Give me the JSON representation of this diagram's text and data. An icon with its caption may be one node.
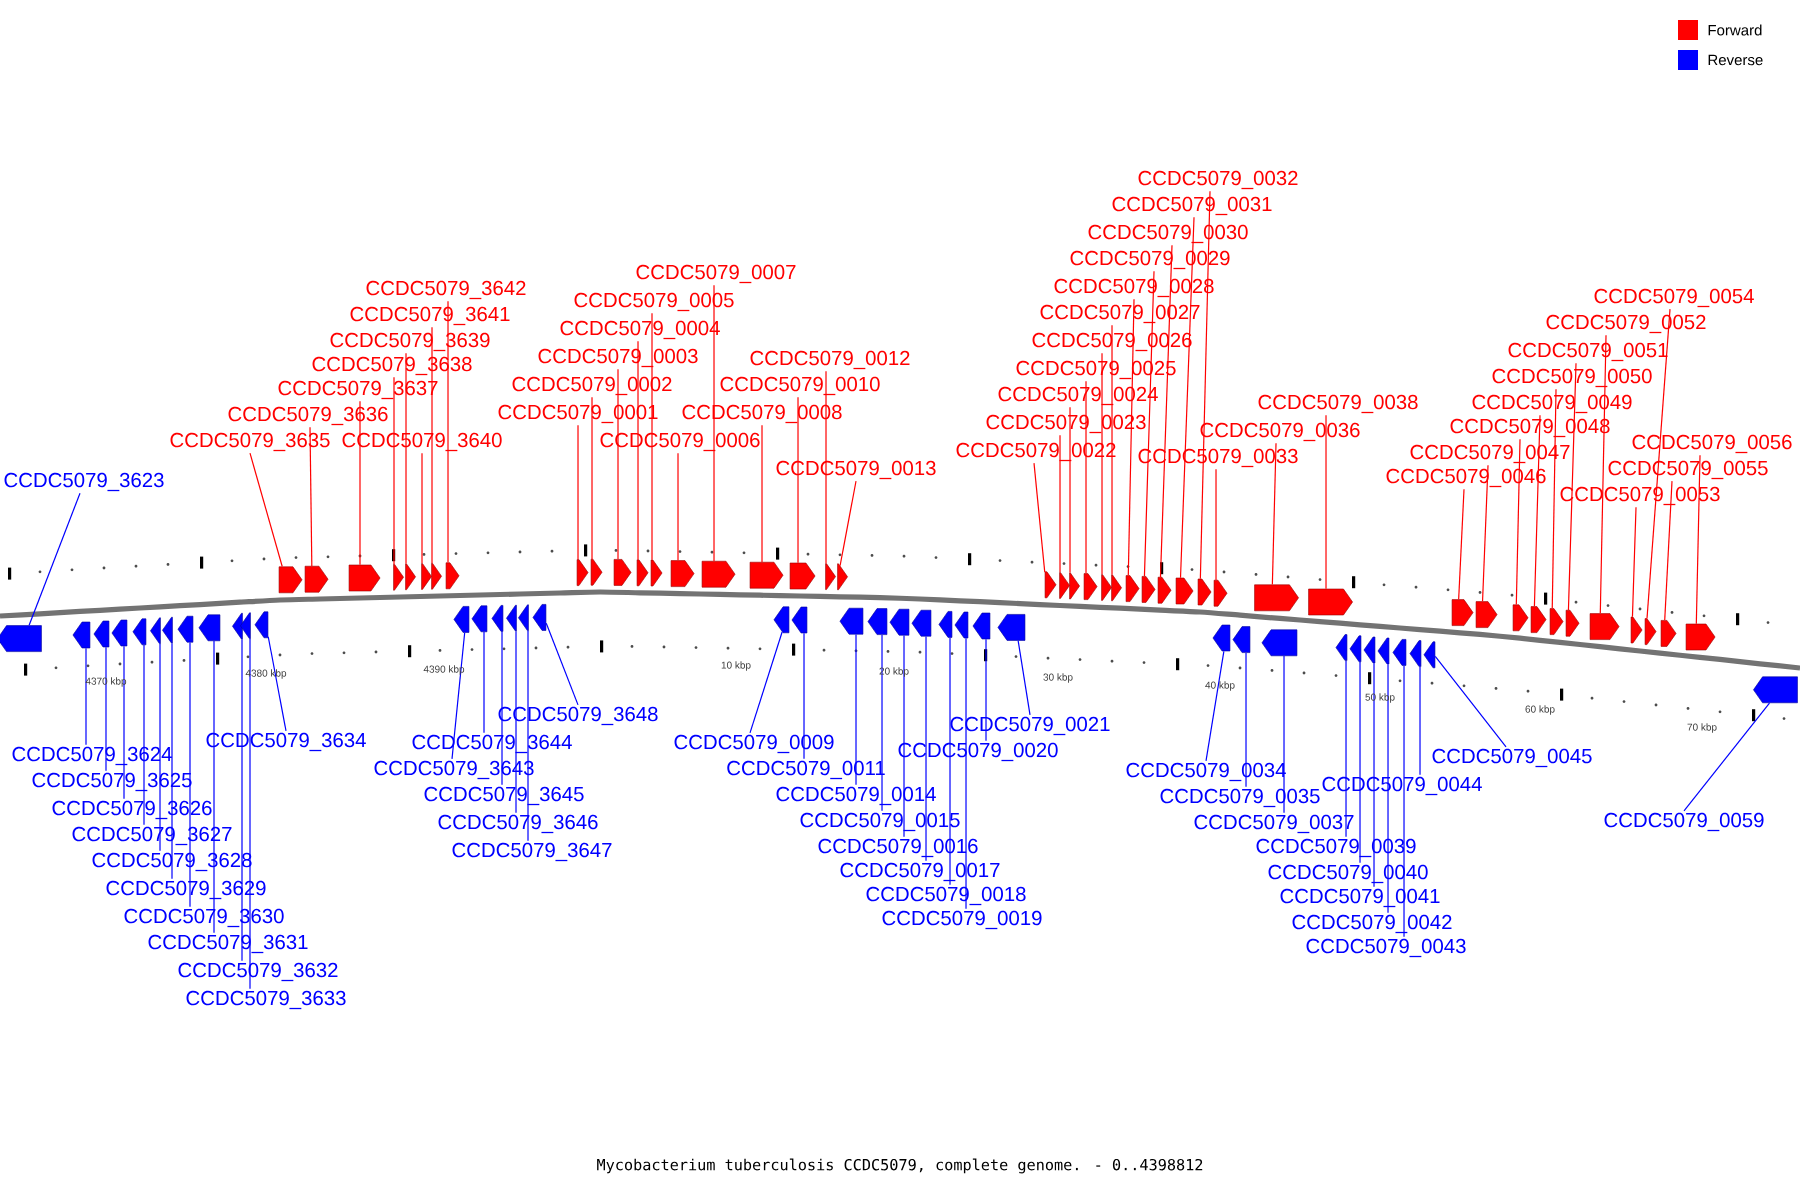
{
  "diagram": {
    "caption": "Mycobacterium tuberculosis CCDC5079, complete genome. - 0..4398812",
    "nodes": [
      {
        "text": [
          "CCDC5079_3623"
        ]
      },
      {
        "text": [
          "CCDC5079_3635"
        ]
      },
      {
        "text": [
          "CCDC5079_3636"
        ]
      },
      {
        "text": [
          "CCDC5079_3637"
        ]
      },
      {
        "text": [
          "CCDC5079_3638"
        ]
      },
      {
        "text": [
          "CCDC5079_3639"
        ]
      },
      {
        "text": [
          "CCDC5079_3640"
        ]
      },
      {
        "text": [
          "CCDC5079_3641"
        ]
      },
      {
        "text": [
          "CCDC5079_3642"
        ]
      },
      {
        "text": [
          "CCDC5079_0001"
        ]
      },
      {
        "text": [
          "CCDC5079_0002"
        ]
      },
      {
        "text": [
          "CCDC5079_0003"
        ]
      },
      {
        "text": [
          "CCDC5079_0004"
        ]
      },
      {
        "text": [
          "CCDC5079_0005"
        ]
      },
      {
        "text": [
          "CCDC5079_0006"
        ]
      },
      {
        "text": [
          "CCDC5079_0007"
        ]
      },
      {
        "text": [
          "CCDC5079_0008"
        ]
      },
      {
        "text": [
          "CCDC5079_0010"
        ]
      },
      {
        "text": [
          "CCDC5079_0012"
        ]
      },
      {
        "text": [
          "CCDC5079_0013"
        ]
      },
      {
        "text": [
          "CCDC5079_0022"
        ]
      },
      {
        "text": [
          "CCDC5079_0023"
        ]
      },
      {
        "text": [
          "CCDC5079_0024"
        ]
      },
      {
        "text": [
          "CCDC5079_0025"
        ]
      },
      {
        "text": [
          "CCDC5079_0026"
        ]
      },
      {
        "text": [
          "CCDC5079_0027"
        ]
      },
      {
        "text": [
          "CCDC5079_0028"
        ]
      },
      {
        "text": [
          "CCDC5079_0029"
        ]
      },
      {
        "text": [
          "CCDC5079_0030"
        ]
      },
      {
        "text": [
          "CCDC5079_0031"
        ]
      },
      {
        "text": [
          "CCDC5079_0032"
        ]
      },
      {
        "text": [
          "CCDC5079_0033"
        ]
      },
      {
        "text": [
          "CCDC5079_0036"
        ]
      },
      {
        "text": [
          "CCDC5079_0038"
        ]
      },
      {
        "text": [
          "CCDC5079_0046"
        ]
      },
      {
        "text": [
          "CCDC5079_0047"
        ]
      },
      {
        "text": [
          "CCDC5079_0048"
        ]
      },
      {
        "text": [
          "CCDC5079_0049"
        ]
      },
      {
        "text": [
          "CCDC5079_0050"
        ]
      },
      {
        "text": [
          "CCDC5079_0051"
        ]
      },
      {
        "text": [
          "CCDC5079_0052"
        ]
      },
      {
        "text": [
          "CCDC5079_0053"
        ]
      },
      {
        "text": [
          "CCDC5079_0054"
        ]
      },
      {
        "text": [
          "CCDC5079_0055"
        ]
      },
      {
        "text": [
          "CCDC5079_0056"
        ]
      },
      {
        "text": [
          "CCDC5079_3624"
        ]
      },
      {
        "text": [
          "CCDC5079_3625"
        ]
      },
      {
        "text": [
          "CCDC5079_3626"
        ]
      },
      {
        "text": [
          "CCDC5079_3627"
        ]
      },
      {
        "text": [
          "CCDC5079_3628"
        ]
      },
      {
        "text": [
          "CCDC5079_3629"
        ]
      },
      {
        "text": [
          "CCDC5079_3630"
        ]
      },
      {
        "text": [
          "CCDC5079_3631"
        ]
      },
      {
        "text": [
          "CCDC5079_3632"
        ]
      },
      {
        "text": [
          "CCDC5079_3633"
        ]
      },
      {
        "text": [
          "CCDC5079_3634"
        ]
      },
      {
        "text": [
          "CCDC5079_3643"
        ]
      },
      {
        "text": [
          "CCDC5079_3644"
        ]
      },
      {
        "text": [
          "CCDC5079_3645"
        ]
      },
      {
        "text": [
          "CCDC5079_3646"
        ]
      },
      {
        "text": [
          "CCDC5079_3647"
        ]
      },
      {
        "text": [
          "CCDC5079_3648"
        ]
      },
      {
        "text": [
          "CCDC5079_0009"
        ]
      },
      {
        "text": [
          "CCDC5079_0011"
        ]
      },
      {
        "text": [
          "CCDC5079_0014"
        ]
      },
      {
        "text": [
          "CCDC5079_0015"
        ]
      },
      {
        "text": [
          "CCDC5079_0016"
        ]
      },
      {
        "text": [
          "CCDC5079_0017"
        ]
      },
      {
        "text": [
          "CCDC5079_0018"
        ]
      },
      {
        "text": [
          "CCDC5079_0019"
        ]
      },
      {
        "text": [
          "CCDC5079_0020"
        ]
      },
      {
        "text": [
          "CCDC5079_0021"
        ]
      },
      {
        "text": [
          "CCDC5079_0034"
        ]
      },
      {
        "text": [
          "CCDC5079_0035"
        ]
      },
      {
        "text": [
          "CCDC5079_0037"
        ]
      },
      {
        "text": [
          "CCDC5079_0039"
        ]
      },
      {
        "text": [
          "CCDC5079_0040"
        ]
      },
      {
        "text": [
          "CCDC5079_0041"
        ]
      },
      {
        "text": [
          "CCDC5079_0042"
        ]
      },
      {
        "text": [
          "CCDC5079_0043"
        ]
      },
      {
        "text": [
          "CCDC5079_0044"
        ]
      },
      {
        "text": [
          "CCDC5079_0045"
        ]
      },
      {
        "text": [
          "CCDC5079_0059"
        ]
      },
      {
        "text": [],
        "shape": "arrow"
      },
      {
        "text": [],
        "shape": "arrow"
      },
      {
        "text": [],
        "shape": "arrow"
      },
      {
        "text": [],
        "shape": "arrow"
      },
      {
        "text": [],
        "shape": "arrow"
      },
      {
        "text": [],
        "shape": "arrow"
      },
      {
        "text": [],
        "shape": "arrow"
      },
      {
        "text": [],
        "shape": "arrow"
      },
      {
        "text": [],
        "shape": "arrow"
      },
      {
        "text": [],
        "shape": "arrow"
      },
      {
        "text": [],
        "shape": "arrow"
      },
      {
        "text": [],
        "shape": "arrow"
      },
      {
        "text": [],
        "shape": "arrow"
      },
      {
        "text": [],
        "shape": "arrow"
      },
      {
        "text": [],
        "shape": "arrow"
      },
      {
        "text": [],
        "shape": "arrow"
      },
      {
        "text": [],
        "shape": "arrow"
      },
      {
        "text": [],
        "shape": "arrow"
      },
      {
        "text": [],
        "shape": "arrow"
      },
      {
        "text": [],
        "shape": "arrow"
      },
      {
        "text": [],
        "shape": "arrow"
      },
      {
        "text": [],
        "shape": "arrow"
      },
      {
        "text": [],
        "shape": "arrow"
      },
      {
        "text": [],
        "shape": "arrow"
      },
      {
        "text": [],
        "shape": "arrow"
      },
      {
        "text": [],
        "shape": "arrow"
      },
      {
        "text": [],
        "shape": "arrow"
      },
      {
        "text": [],
        "shape": "arrow"
      },
      {
        "text": [],
        "shape": "arrow"
      },
      {
        "text": [],
        "shape": "arrow"
      },
      {
        "text": [],
        "shape": "arrow"
      },
      {
        "text": [],
        "shape": "arrow"
      },
      {
        "text": [],
        "shape": "arrow"
      },
      {
        "text": [],
        "shape": "arrow"
      },
      {
        "text": [],
        "shape": "arrow"
      },
      {
        "text": [],
        "shape": "arrow"
      },
      {
        "text": [],
        "shape": "arrow"
      },
      {
        "text": [],
        "shape": "arrow"
      },
      {
        "text": [],
        "shape": "arrow"
      },
      {
        "text": [],
        "shape": "arrow"
      },
      {
        "text": [],
        "shape": "arrow"
      },
      {
        "text": [],
        "shape": "arrow"
      },
      {
        "text": [],
        "shape": "arrow"
      },
      {
        "text": [],
        "shape": "arrow"
      },
      {
        "text": [],
        "shape": "arrow"
      },
      {
        "text": [],
        "shape": "arrow"
      },
      {
        "text": [],
        "shape": "arrow"
      },
      {
        "text": [],
        "shape": "arrow"
      },
      {
        "text": [],
        "shape": "arrow"
      },
      {
        "text": [],
        "shape": "arrow"
      },
      {
        "text": [],
        "shape": "arrow"
      },
      {
        "text": [],
        "shape": "arrow"
      },
      {
        "text": [],
        "shape": "arrow"
      },
      {
        "text": [],
        "shape": "arrow"
      },
      {
        "text": [],
        "shape": "arrow"
      },
      {
        "text": [],
        "shape": "arrow"
      },
      {
        "text": [],
        "shape": "arrow"
      },
      {
        "text": [],
        "shape": "arrow"
      },
      {
        "text": [],
        "shape": "arrow"
      },
      {
        "text": [],
        "shape": "arrow"
      },
      {
        "text": [],
        "shape": "arrow"
      },
      {
        "text": [],
        "shape": "arrow"
      },
      {
        "text": [],
        "shape": "arrow"
      },
      {
        "text": [],
        "shape": "arrow"
      },
      {
        "text": [],
        "shape": "arrow"
      },
      {
        "text": [],
        "shape": "arrow"
      },
      {
        "text": [],
        "shape": "arrow"
      },
      {
        "text": [],
        "shape": "arrow"
      },
      {
        "text": [],
        "shape": "arrow"
      },
      {
        "text": [],
        "shape": "arrow"
      },
      {
        "text": [],
        "shape": "arrow"
      },
      {
        "text": [],
        "shape": "arrow"
      },
      {
        "text": [],
        "shape": "arrow"
      },
      {
        "text": [],
        "shape": "arrow"
      },
      {
        "text": [],
        "shape": "arrow"
      },
      {
        "text": [],
        "shape": "arrow"
      },
      {
        "text": [],
        "shape": "arrow"
      },
      {
        "text": [],
        "shape": "arrow"
      },
      {
        "text": [],
        "shape": "arrow"
      },
      {
        "text": [],
        "shape": "arrow"
      },
      {
        "text": [],
        "shape": "arrow"
      },
      {
        "text": [],
        "shape": "arrow"
      },
      {
        "text": [],
        "shape": "arrow"
      }
    ],
    "edges": [
      {
        "from": 0,
        "to": 83,
        "arrow": "none",
        "color": "#0000ff"
      },
      {
        "from": 1,
        "to": 84,
        "arrow": "none"
      },
      {
        "from": 2,
        "to": 85,
        "arrow": "none"
      },
      {
        "from": 3,
        "to": 86,
        "arrow": "none"
      },
      {
        "from": 4,
        "to": 87,
        "arrow": "none"
      },
      {
        "from": 5,
        "to": 88,
        "arrow": "none"
      },
      {
        "from": 6,
        "to": 89,
        "arrow": "none"
      },
      {
        "from": 7,
        "to": 90,
        "arrow": "none"
      },
      {
        "from": 8,
        "to": 91,
        "arrow": "none"
      },
      {
        "from": 9,
        "to": 92,
        "arrow": "none"
      },
      {
        "from": 10,
        "to": 93,
        "arrow": "none"
      },
      {
        "from": 11,
        "to": 94,
        "arrow": "none"
      },
      {
        "from": 12,
        "to": 95,
        "arrow": "none"
      },
      {
        "from": 13,
        "to": 96,
        "arrow": "none"
      },
      {
        "from": 14,
        "to": 97,
        "arrow": "none"
      },
      {
        "from": 15,
        "to": 98,
        "arrow": "none"
      },
      {
        "from": 16,
        "to": 99,
        "arrow": "none"
      },
      {
        "from": 17,
        "to": 100,
        "arrow": "none"
      },
      {
        "from": 18,
        "to": 101,
        "arrow": "none"
      },
      {
        "from": 19,
        "to": 102,
        "arrow": "none"
      },
      {
        "from": 20,
        "to": 103,
        "arrow": "none"
      },
      {
        "from": 21,
        "to": 104,
        "arrow": "none"
      },
      {
        "from": 22,
        "to": 105,
        "arrow": "none"
      },
      {
        "from": 23,
        "to": 106,
        "arrow": "none"
      },
      {
        "from": 24,
        "to": 107,
        "arrow": "none"
      },
      {
        "from": 25,
        "to": 108,
        "arrow": "none"
      },
      {
        "from": 26,
        "to": 109,
        "arrow": "none"
      },
      {
        "from": 27,
        "to": 110,
        "arrow": "none"
      },
      {
        "from": 28,
        "to": 111,
        "arrow": "none"
      },
      {
        "from": 29,
        "to": 112,
        "arrow": "none"
      },
      {
        "from": 30,
        "to": 113,
        "arrow": "none"
      },
      {
        "from": 31,
        "to": 114,
        "arrow": "none"
      },
      {
        "from": 32,
        "to": 115,
        "arrow": "none"
      },
      {
        "from": 33,
        "to": 116,
        "arrow": "none"
      },
      {
        "from": 34,
        "to": 117,
        "arrow": "none"
      },
      {
        "from": 35,
        "to": 118,
        "arrow": "none"
      },
      {
        "from": 36,
        "to": 119,
        "arrow": "none"
      },
      {
        "from": 37,
        "to": 120,
        "arrow": "none"
      },
      {
        "from": 38,
        "to": 121,
        "arrow": "none"
      },
      {
        "from": 39,
        "to": 122,
        "arrow": "none"
      },
      {
        "from": 40,
        "to": 123,
        "arrow": "none"
      },
      {
        "from": 41,
        "to": 124,
        "arrow": "none"
      },
      {
        "from": 42,
        "to": 125,
        "arrow": "none"
      },
      {
        "from": 43,
        "to": 126,
        "arrow": "none"
      },
      {
        "from": 44,
        "to": 127,
        "arrow": "none"
      },
      {
        "from": 45,
        "to": 128,
        "arrow": "none",
        "color": "#0000ff"
      },
      {
        "from": 46,
        "to": 129,
        "arrow": "none",
        "color": "#0000ff"
      },
      {
        "from": 47,
        "to": 130,
        "arrow": "none",
        "color": "#0000ff"
      },
      {
        "from": 48,
        "to": 131,
        "arrow": "none",
        "color": "#0000ff"
      },
      {
        "from": 49,
        "to": 132,
        "arrow": "none",
        "color": "#0000ff"
      },
      {
        "from": 50,
        "to": 133,
        "arrow": "none",
        "color": "#0000ff"
      },
      {
        "from": 51,
        "to": 134,
        "arrow": "none",
        "color": "#0000ff"
      },
      {
        "from": 52,
        "to": 135,
        "arrow": "none",
        "color": "#0000ff"
      },
      {
        "from": 53,
        "to": 136,
        "arrow": "none",
        "color": "#0000ff"
      },
      {
        "from": 54,
        "to": 137,
        "arrow": "none",
        "color": "#0000ff"
      },
      {
        "from": 55,
        "to": 138,
        "arrow": "none",
        "color": "#0000ff"
      },
      {
        "from": 56,
        "to": 139,
        "arrow": "none",
        "color": "#0000ff"
      },
      {
        "from": 57,
        "to": 140,
        "arrow": "none",
        "color": "#0000ff"
      },
      {
        "from": 58,
        "to": 141,
        "arrow": "none",
        "color": "#0000ff"
      },
      {
        "from": 59,
        "to": 142,
        "arrow": "none",
        "color": "#0000ff"
      },
      {
        "from": 60,
        "to": 143,
        "arrow": "none",
        "color": "#0000ff"
      },
      {
        "from": 61,
        "to": 144,
        "arrow": "none",
        "color": "#0000ff"
      },
      {
        "from": 62,
        "to": 145,
        "arrow": "none",
        "color": "#0000ff"
      },
      {
        "from": 63,
        "to": 146,
        "arrow": "none",
        "color": "#0000ff"
      },
      {
        "from": 64,
        "to": 147,
        "arrow": "none",
        "color": "#0000ff"
      },
      {
        "from": 65,
        "to": 148,
        "arrow": "none",
        "color": "#0000ff"
      },
      {
        "from": 66,
        "to": 149,
        "arrow": "none",
        "color": "#0000ff"
      },
      {
        "from": 67,
        "to": 150,
        "arrow": "none",
        "color": "#0000ff"
      },
      {
        "from": 68,
        "to": 151,
        "arrow": "none",
        "color": "#0000ff"
      },
      {
        "from": 69,
        "to": 152,
        "arrow": "none",
        "color": "#0000ff"
      },
      {
        "from": 70,
        "to": 153,
        "arrow": "none",
        "color": "#0000ff"
      },
      {
        "from": 71,
        "to": 154,
        "arrow": "none",
        "color": "#0000ff"
      },
      {
        "from": 72,
        "to": 155,
        "arrow": "none",
        "color": "#0000ff"
      },
      {
        "from": 73,
        "to": 156,
        "arrow": "none",
        "color": "#0000ff"
      },
      {
        "from": 74,
        "to": 157,
        "arrow": "none",
        "color": "#0000ff"
      },
      {
        "from": 75,
        "to": 158,
        "arrow": "none",
        "color": "#0000ff"
      },
      {
        "from": 76,
        "to": 159,
        "arrow": "none",
        "color": "#0000ff"
      },
      {
        "from": 77,
        "to": 160,
        "arrow": "none",
        "color": "#0000ff"
      },
      {
        "from": 78,
        "to": 161,
        "arrow": "none",
        "color": "#0000ff"
      },
      {
        "from": 79,
        "to": 162,
        "arrow": "none",
        "color": "#0000ff"
      },
      {
        "from": 80,
        "to": 163,
        "arrow": "none",
        "color": "#0000ff"
      },
      {
        "from": 81,
        "to": 164,
        "arrow": "none",
        "color": "#0000ff"
      },
      {
        "from": 82,
        "to": 165,
        "arrow": "none",
        "color": "#0000ff"
      }
    ],
    "labels": [
      "4370 kbp",
      "4380 kbp",
      "4390 kbp",
      "10 kbp",
      "20 kbp",
      "30 kbp",
      "40 kbp",
      "50 kbp",
      "60 kbp",
      "70 kbp"
    ],
    "legend": [
      {
        "text": "Forward",
        "color": "#ff0000"
      },
      {
        "text": "Reverse",
        "color": "#0000ff"
      }
    ]
  }
}
